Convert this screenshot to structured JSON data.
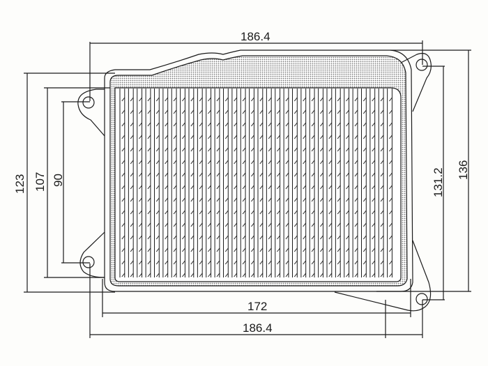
{
  "drawing": {
    "subject": "air-filter-dimension-drawing",
    "units": "mm",
    "line_color": "#1a1a1a",
    "fill_color": "#b8b8b8",
    "background": "#fdfdfb"
  },
  "dimensions": {
    "top_width": "186.4",
    "bottom_width": "186.4",
    "inner_width": "172",
    "left_outer_height": "123",
    "left_middle_height": "107",
    "left_inner_height": "90",
    "right_inner_height": "131.2",
    "right_outer_height": "136"
  },
  "features": {
    "mounting_holes": 4,
    "pleat_count": 32
  }
}
